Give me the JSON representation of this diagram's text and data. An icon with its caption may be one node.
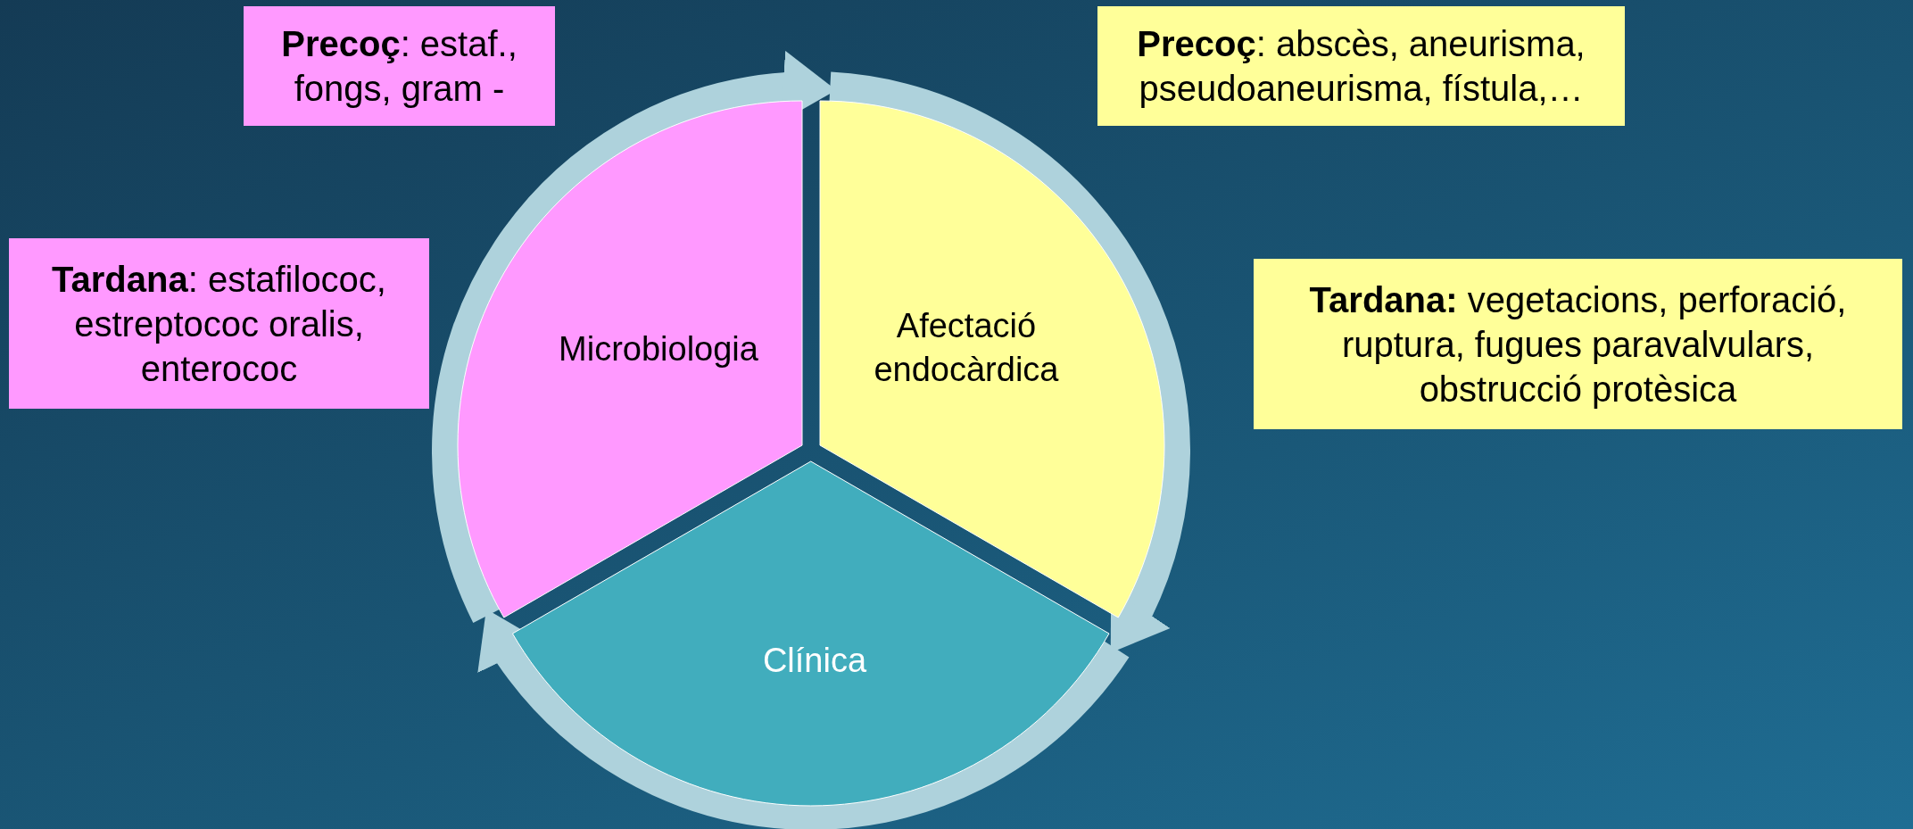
{
  "diagram": {
    "nodes": [
      {
        "text": [
          "**Precoç**: estaf., fongs, gram -"
        ]
      },
      {
        "text": [
          "**Tardana**: estafilococ, estreptococ oralis, enterococ"
        ]
      },
      {
        "text": [
          "Microbiologia"
        ]
      },
      {
        "text": [
          "**Precoç**: abscès, aneurisma, pseudoaneurisma, fístula,…"
        ]
      },
      {
        "text": [
          "Afectació endocàrdica"
        ]
      },
      {
        "text": [
          "**Tardana:** vegetacions, perforació, ruptura, fugues paravalvulars, obstrucció protèsica"
        ]
      },
      {
        "text": [
          "Clínica"
        ]
      }
    ],
    "edges": [
      {
        "from": 2,
        "to": 4,
        "arrow": "to"
      },
      {
        "from": 4,
        "to": 6,
        "arrow": "to"
      },
      {
        "from": 6,
        "to": 2,
        "arrow": "to"
      }
    ]
  }
}
